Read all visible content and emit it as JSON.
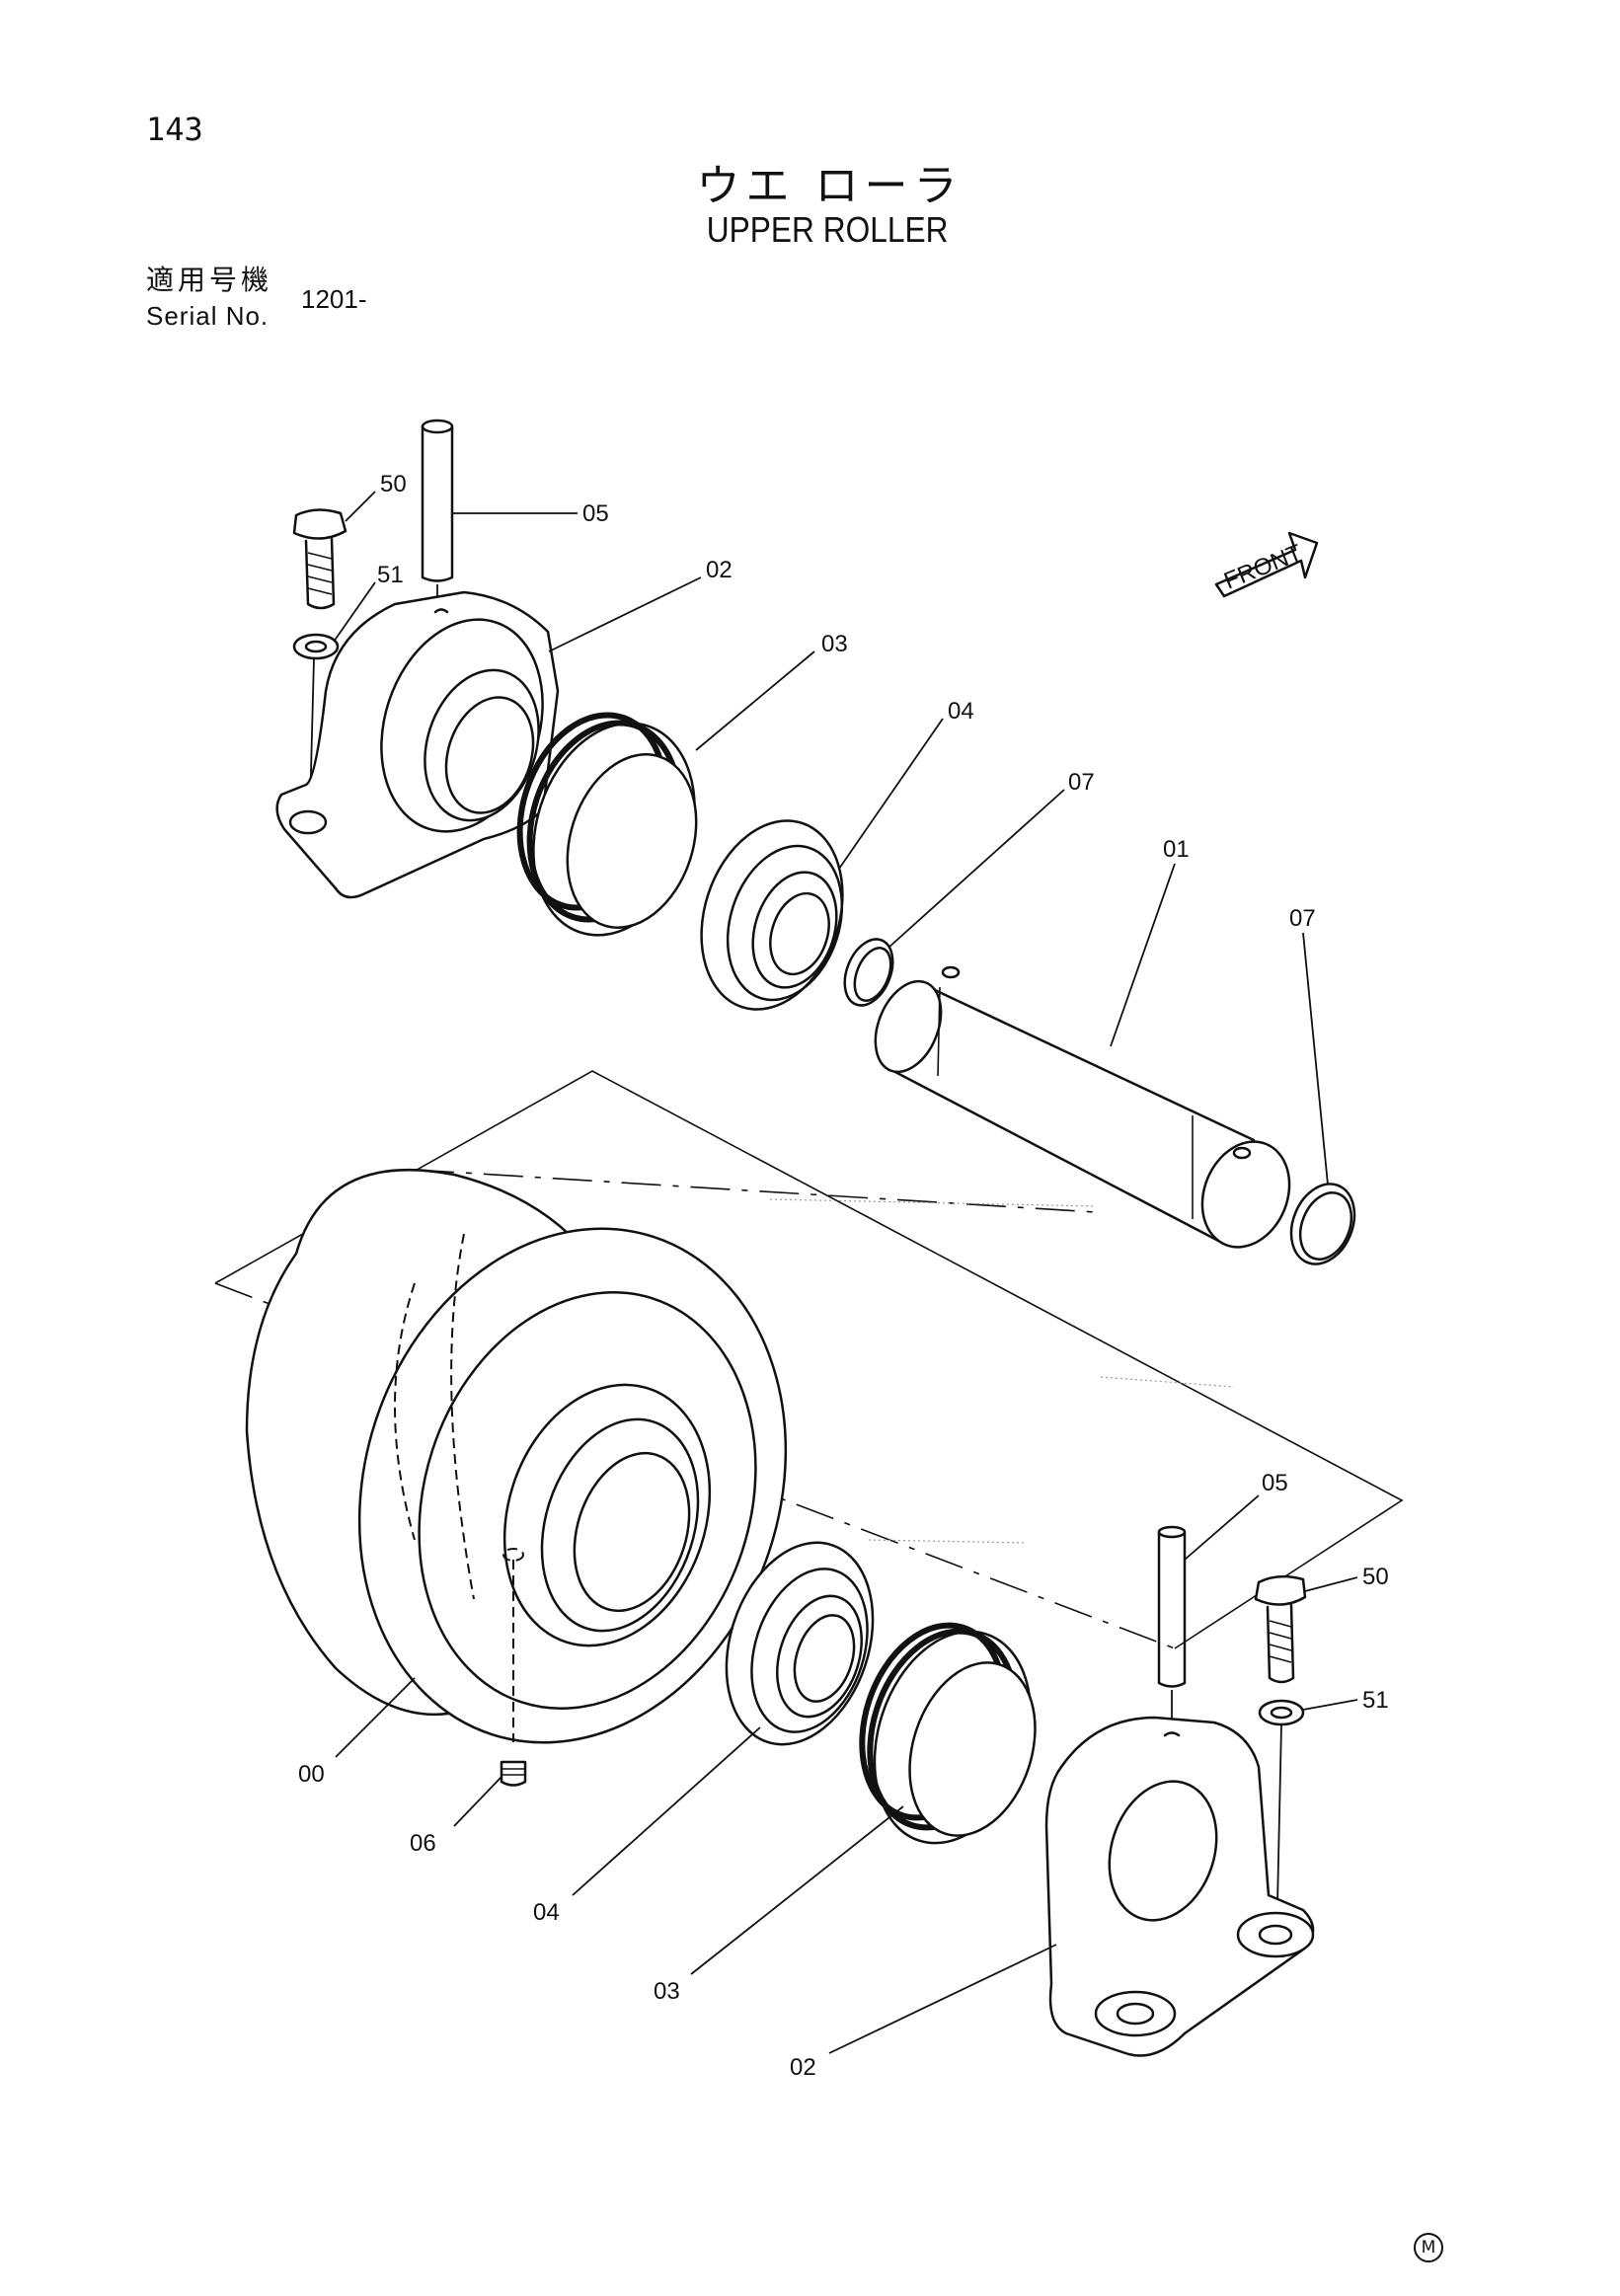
{
  "header": {
    "page_number": "143",
    "title_jp": "ウエ ローラ",
    "title_en": "UPPER ROLLER",
    "serial_label_jp": "適用号機",
    "serial_label_en": "Serial No.",
    "serial_value": "1201-"
  },
  "diagram": {
    "front_arrow_label": "FRONT",
    "callouts": {
      "bolt_top": "50",
      "washer_top": "51",
      "pin_top": "05",
      "bracket_top": "02",
      "seal_top": "03",
      "bearing_top": "04",
      "oring_left": "07",
      "shaft": "01",
      "oring_right": "07",
      "pin_bottom": "05",
      "bolt_bottom": "50",
      "washer_bottom": "51",
      "roller": "00",
      "plug": "06",
      "bearing_bottom": "04",
      "seal_bottom": "03",
      "bracket_bottom": "02"
    }
  },
  "footer": {
    "mark": "M"
  }
}
